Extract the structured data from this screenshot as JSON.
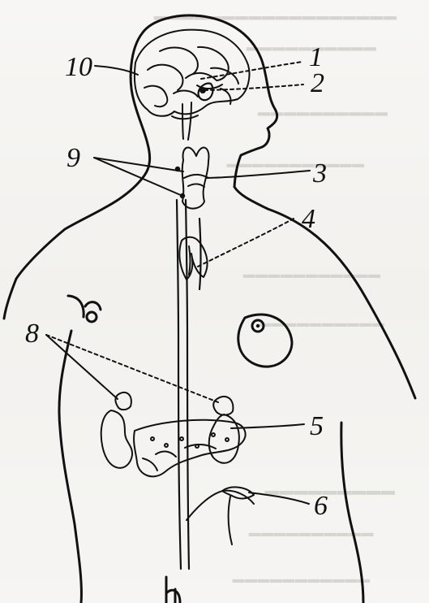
{
  "figure": {
    "labels": [
      {
        "id": "1",
        "text": "1"
      },
      {
        "id": "2",
        "text": "2"
      },
      {
        "id": "3",
        "text": "3"
      },
      {
        "id": "4",
        "text": "4"
      },
      {
        "id": "5",
        "text": "5"
      },
      {
        "id": "6",
        "text": "6"
      },
      {
        "id": "8",
        "text": "8"
      },
      {
        "id": "9",
        "text": "9"
      },
      {
        "id": "10",
        "text": "10"
      }
    ]
  }
}
